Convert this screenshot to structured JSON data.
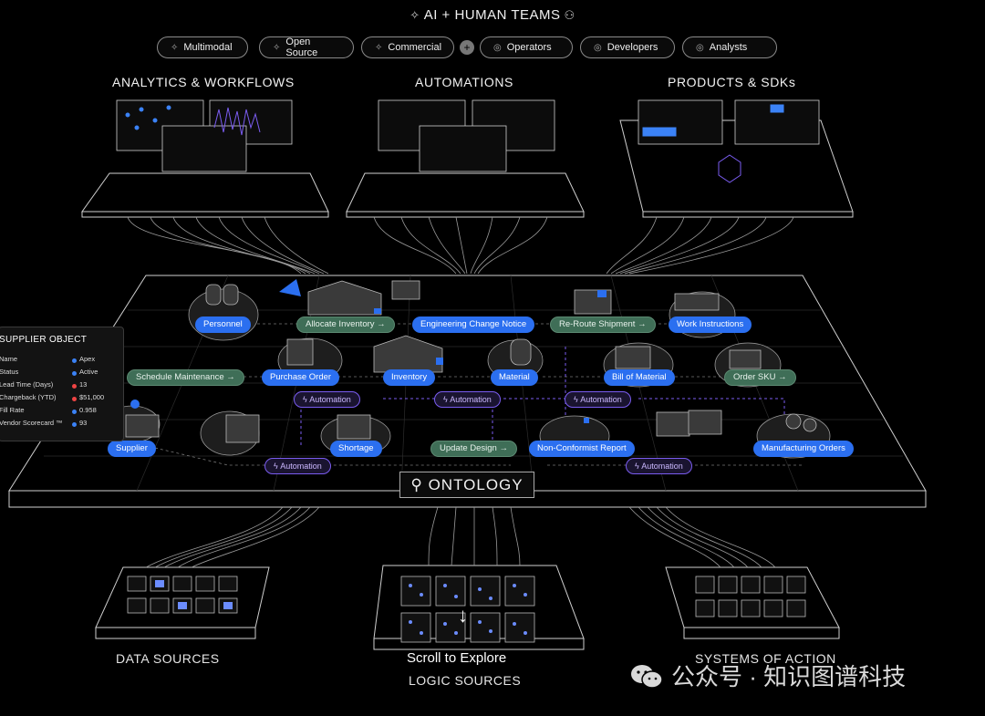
{
  "header": {
    "title": "AI + HUMAN TEAMS",
    "left_icon": "sparkle-icon",
    "right_icon": "people-icon"
  },
  "pills": [
    {
      "label": "Multimodal",
      "icon": "sparkle-icon"
    },
    {
      "label": "Open Source",
      "icon": "sparkle-icon"
    },
    {
      "label": "Commercial",
      "icon": "sparkle-icon"
    },
    {
      "label": "Operators",
      "icon": "user-icon"
    },
    {
      "label": "Developers",
      "icon": "user-icon"
    },
    {
      "label": "Analysts",
      "icon": "user-icon"
    }
  ],
  "sections": {
    "analytics": "ANALYTICS & WORKFLOWS",
    "automations": "AUTOMATIONS",
    "products": "PRODUCTS & SDKs",
    "data_sources": "DATA SOURCES",
    "logic_sources": "LOGIC SOURCES",
    "systems": "SYSTEMS OF ACTION"
  },
  "nodes": {
    "personnel": "Personnel",
    "allocate": "Allocate Inventory →",
    "ecn": "Engineering Change Notice",
    "reroute": "Re-Route Shipment →",
    "work_instr": "Work Instructions",
    "schedule": "Schedule Maintenance →",
    "purchase": "Purchase Order",
    "inventory": "Inventory",
    "material": "Material",
    "bom": "Bill of Material",
    "order_sku": "Order SKU →",
    "supplier": "Supplier",
    "shortage": "Shortage",
    "update_design": "Update Design →",
    "nonconform": "Non-Conformist Report",
    "mfg_orders": "Manufacturing Orders"
  },
  "automation_label": "Automation",
  "ontology": "ONTOLOGY",
  "supplier_object": {
    "title": "SUPPLIER OBJECT",
    "rows": [
      {
        "key": "Name",
        "value": "Apex",
        "color": "#3b82f6"
      },
      {
        "key": "Status",
        "value": "Active",
        "color": "#3b82f6"
      },
      {
        "key": "Lead Time (Days)",
        "value": "13",
        "color": "#ef4444"
      },
      {
        "key": "Chargeback (YTD)",
        "value": "$51,000",
        "color": "#ef4444"
      },
      {
        "key": "Fill Rate",
        "value": "0.958",
        "color": "#3b82f6"
      },
      {
        "key": "Vendor Scorecard ™",
        "value": "93",
        "color": "#3b82f6"
      }
    ]
  },
  "scroll_hint": "Scroll to Explore",
  "watermark": "公众号 · 知识图谱科技",
  "colors": {
    "blue": "#2b6ff0",
    "green": "#3f6e57",
    "purple": "#7a5cf0"
  }
}
